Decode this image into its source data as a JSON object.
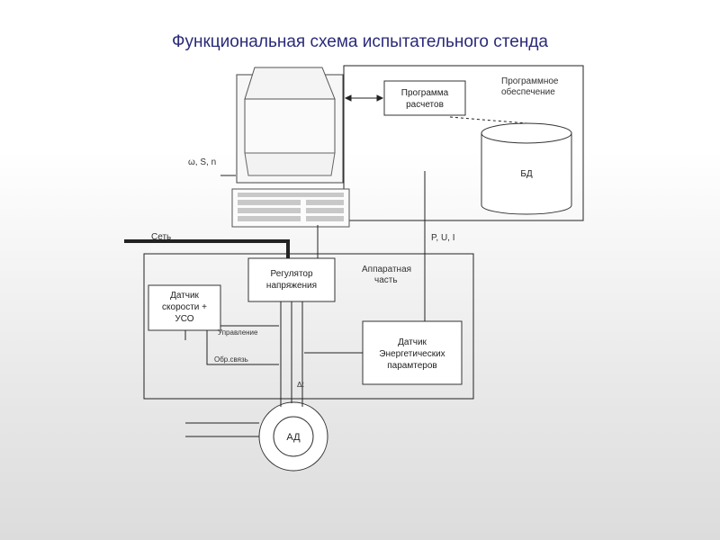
{
  "title": "Функциональная схема испытательного стенда",
  "blocks": {
    "program": [
      "Программа",
      "расчетов"
    ],
    "regulator": [
      "Регулятор",
      "напряжения"
    ],
    "speed_sensor": [
      "Датчик",
      "скорости +",
      "УСО"
    ],
    "energy_sensor": [
      "Датчик",
      "Энергетических",
      "парамтеров"
    ],
    "db": "БД",
    "motor": "АД"
  },
  "labels": {
    "software": [
      "Программное",
      "обеспечение"
    ],
    "hardware": [
      "Аппаратная",
      "часть"
    ],
    "omega": "ω, S, n",
    "pui": "P, U, I",
    "network": "Сеть",
    "control": "Управление",
    "feedback": "Обр.связь",
    "delta_t": "Δt"
  }
}
